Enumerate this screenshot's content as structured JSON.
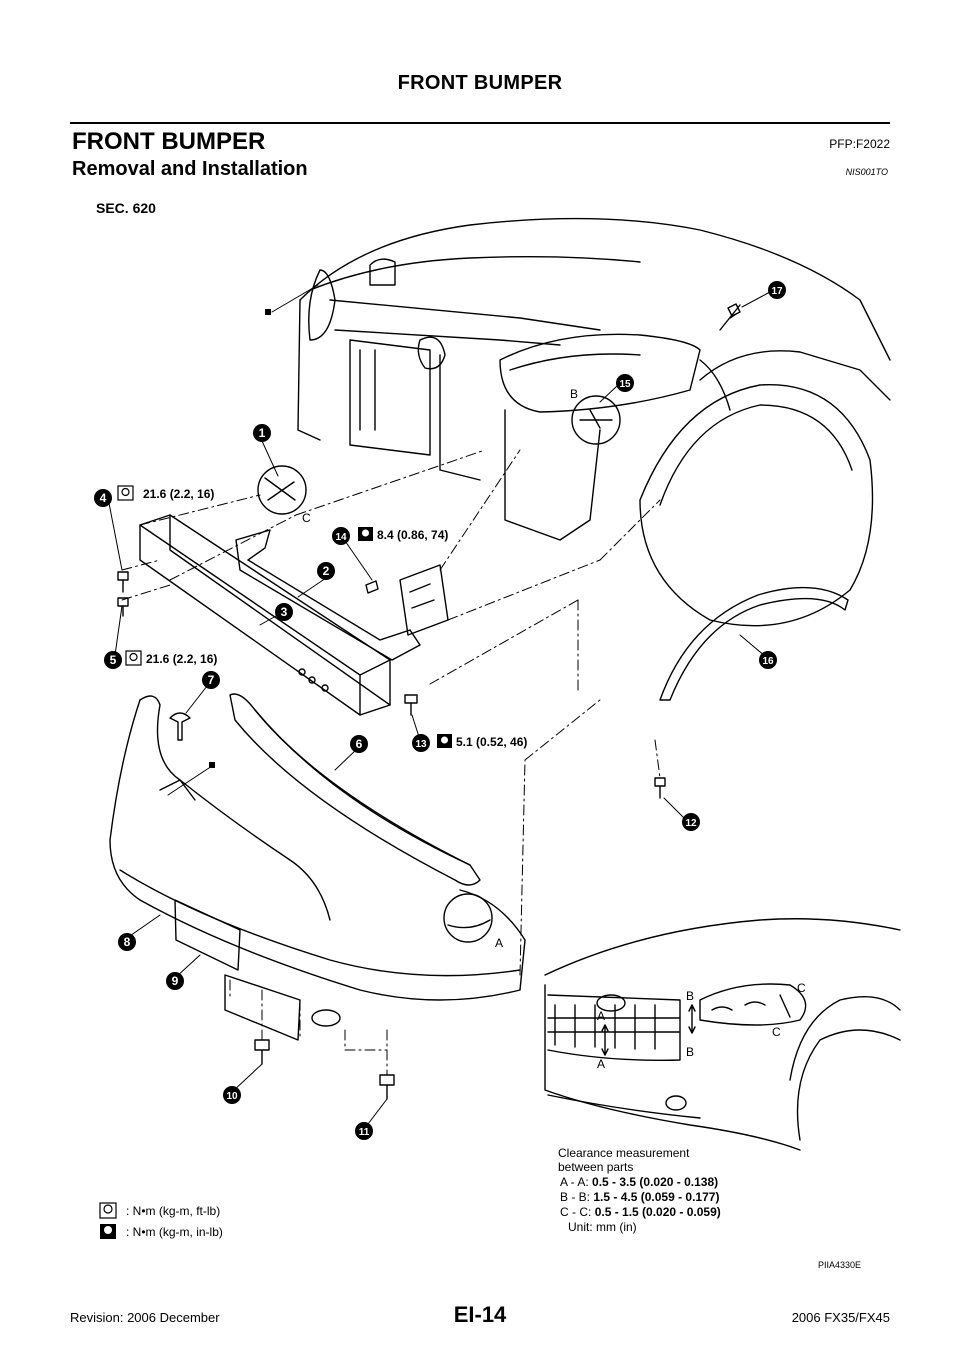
{
  "header": {
    "title": "FRONT BUMPER"
  },
  "section": {
    "title": "FRONT BUMPER",
    "ref": "PFP:F2022"
  },
  "subsection": {
    "title": "Removal and Installation",
    "ref": "NIS001TO"
  },
  "diagram": {
    "sec_label": "SEC. 620",
    "parts": [
      {
        "num": "1",
        "torque": ""
      },
      {
        "num": "2",
        "torque": ""
      },
      {
        "num": "3",
        "torque": ""
      },
      {
        "num": "4",
        "torque": "21.6 (2.2, 16)"
      },
      {
        "num": "5",
        "torque": "21.6 (2.2, 16)"
      },
      {
        "num": "6",
        "torque": ""
      },
      {
        "num": "7",
        "torque": ""
      },
      {
        "num": "8",
        "torque": ""
      },
      {
        "num": "9",
        "torque": ""
      },
      {
        "num": "10",
        "torque": ""
      },
      {
        "num": "11",
        "torque": ""
      },
      {
        "num": "12",
        "torque": ""
      },
      {
        "num": "13",
        "torque": "5.1 (0.52, 46)"
      },
      {
        "num": "14",
        "torque": "8.4 (0.86, 74)"
      },
      {
        "num": "15",
        "torque": ""
      },
      {
        "num": "16",
        "torque": ""
      },
      {
        "num": "17",
        "torque": ""
      }
    ],
    "section_marks": {
      "a": "A",
      "b": "B",
      "c": "C"
    }
  },
  "legend": {
    "ftlb": ": N•m (kg-m, ft-lb)",
    "inlb": ": N•m (kg-m, in-lb)"
  },
  "clearance": {
    "title_line1": "Clearance measurement",
    "title_line2": "between parts",
    "rows": [
      {
        "label": "A - A:",
        "value": "0.5 - 3.5 (0.020 - 0.138)"
      },
      {
        "label": "B - B:",
        "value": "1.5 - 4.5 (0.059 - 0.177)"
      },
      {
        "label": "C - C:",
        "value": "0.5 - 1.5 (0.020 - 0.059)"
      }
    ],
    "unit": "Unit: mm (in)"
  },
  "figure_id": "PIIA4330E",
  "footer": {
    "revision": "Revision: 2006 December",
    "page": "EI-14",
    "model": "2006 FX35/FX45"
  }
}
